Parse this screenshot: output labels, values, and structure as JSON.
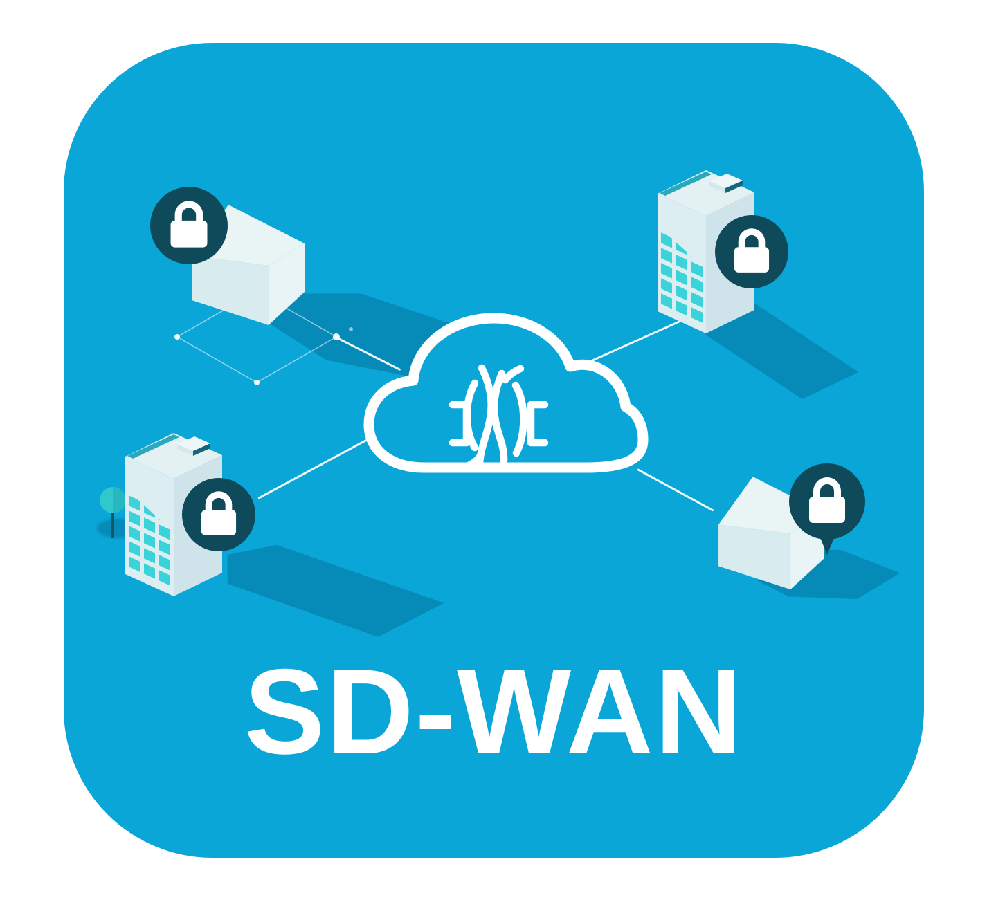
{
  "title": "SD-WAN",
  "colors": {
    "canvas_background": "#ffffff",
    "card_background": "#0aa6d8",
    "cloud_outline": "#ffffff",
    "lock_badge": "#0e4a59",
    "lock_glyph": "#ffffff",
    "building_face_light": "#e9f4f6",
    "building_face_shaded": "#d8ecf0",
    "window_bright": "#38d0d9",
    "window_dark": "#2ba4bb",
    "tree": "#2fc8cb",
    "shadow": "rgba(0,72,106,0.30)",
    "connection_line": "#ffffff"
  },
  "cloud": {
    "icon": "cloud-outline-icon",
    "glyph": "network-fingerprint-glyph"
  },
  "nodes": [
    {
      "id": "branch-top-left",
      "building": "low-rise-office",
      "badge": "lock-icon"
    },
    {
      "id": "branch-top-right",
      "building": "office-tower",
      "badge": "lock-icon"
    },
    {
      "id": "branch-bottom-left",
      "building": "office-tower",
      "badge": "lock-icon",
      "extra": "tree-icon"
    },
    {
      "id": "branch-bottom-right",
      "building": "low-rise-office",
      "badge": "lock-icon-pin"
    }
  ],
  "links": [
    {
      "from": "branch-top-left",
      "to": "cloud"
    },
    {
      "from": "branch-top-right",
      "to": "cloud"
    },
    {
      "from": "branch-bottom-left",
      "to": "cloud"
    },
    {
      "from": "branch-bottom-right",
      "to": "cloud"
    }
  ]
}
